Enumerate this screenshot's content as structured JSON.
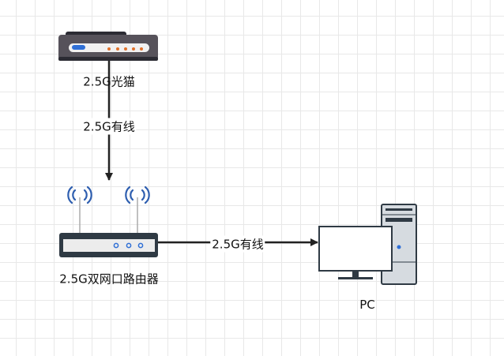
{
  "nodes": {
    "modem": {
      "label": "2.5G光猫"
    },
    "router": {
      "label": "2.5G双网口路由器"
    },
    "pc": {
      "label": "PC"
    }
  },
  "edges": [
    {
      "from": "modem",
      "to": "router",
      "label": "2.5G有线"
    },
    {
      "from": "router",
      "to": "pc",
      "label": "2.5G有线"
    }
  ],
  "colors": {
    "device_dark": "#4a4a50",
    "router_dark": "#2f3a44",
    "accent_blue": "#2f6fd6",
    "led_orange": "#e0702a",
    "edge": "#222222"
  }
}
